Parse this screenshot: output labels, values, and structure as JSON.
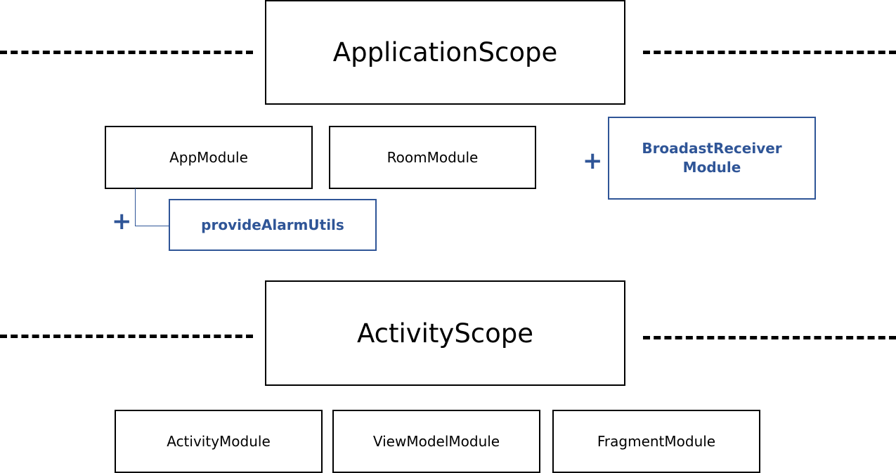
{
  "application_scope": {
    "title": "ApplicationScope",
    "modules": [
      "AppModule",
      "RoomModule"
    ],
    "added_provider": "provideAlarmUtils",
    "added_module_line1": "BroadastReceiver",
    "added_module_line2": "Module",
    "plus_symbol": "+"
  },
  "activity_scope": {
    "title": "ActivityScope",
    "modules": [
      "ActivityModule",
      "ViewModelModule",
      "FragmentModule"
    ]
  },
  "colors": {
    "highlight": "#2f5597",
    "outline": "#000000"
  }
}
